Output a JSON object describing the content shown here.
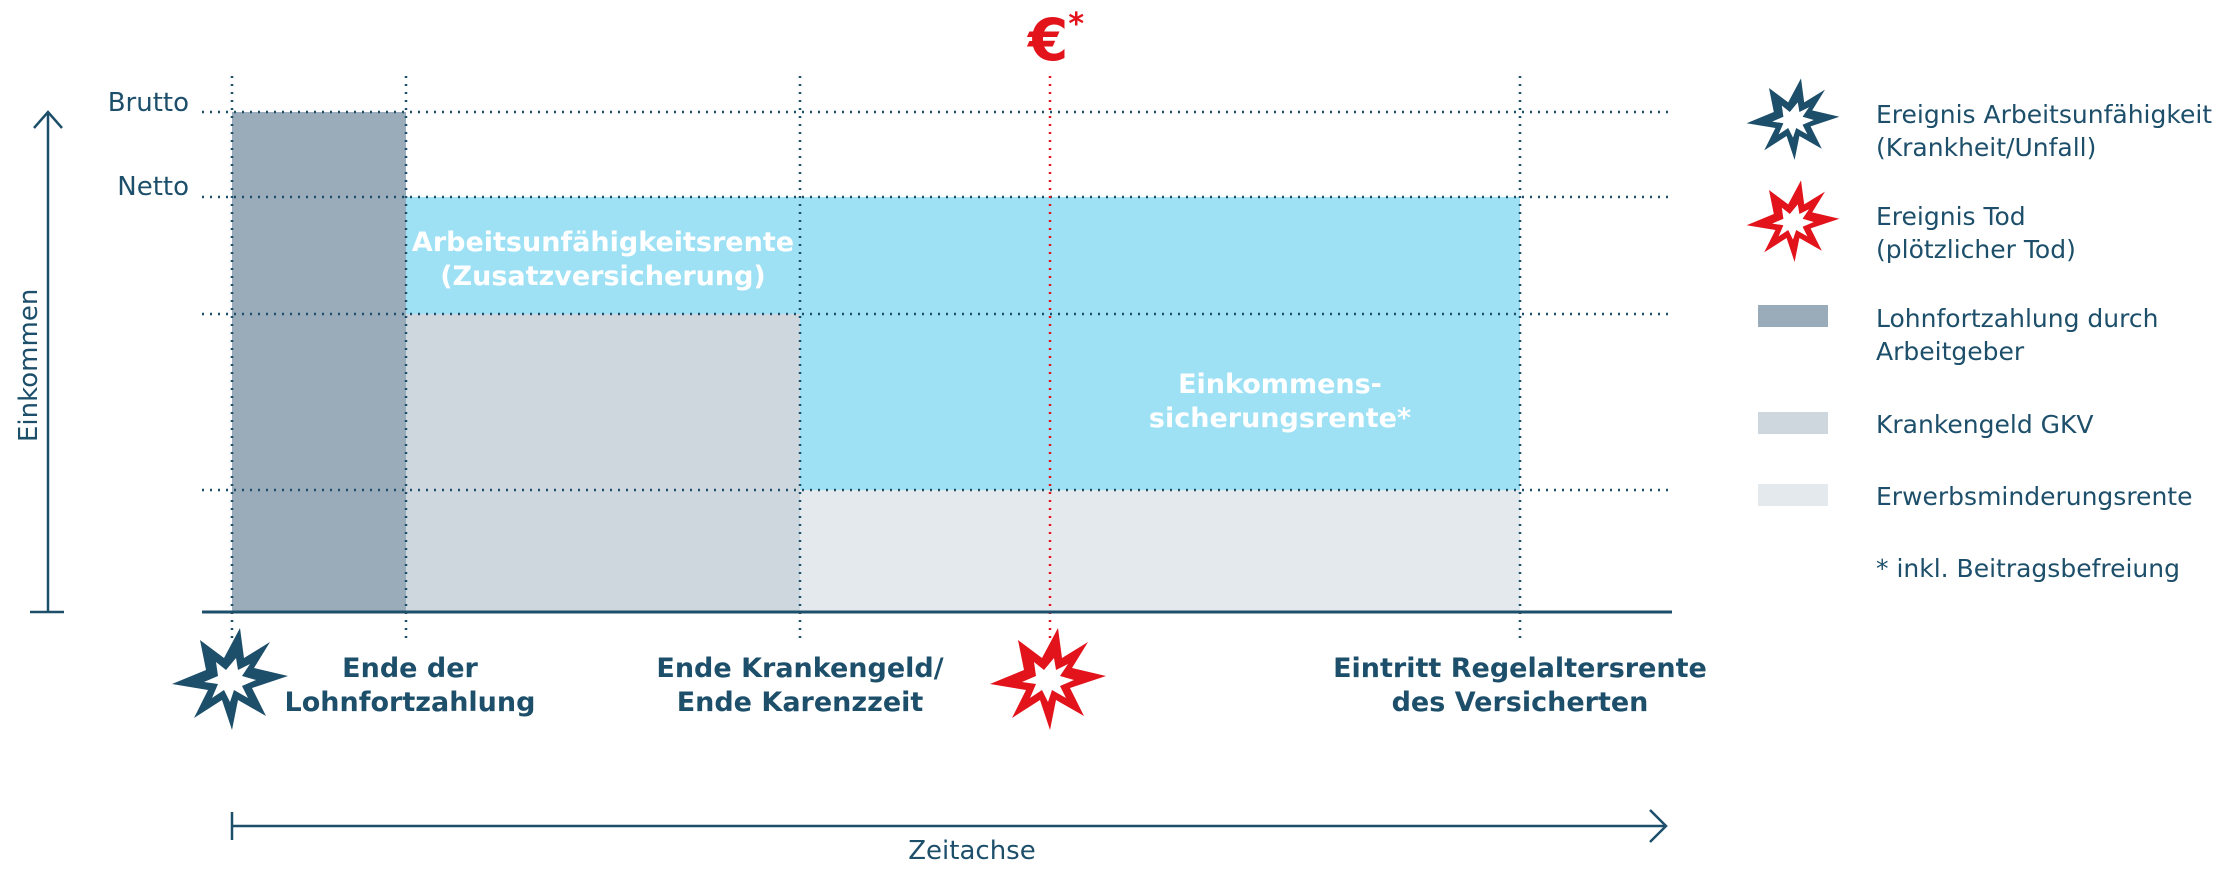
{
  "y_axis": {
    "label": "Einkommen",
    "brutto": "Brutto",
    "netto": "Netto"
  },
  "x_axis": {
    "label": "Zeitachse"
  },
  "euro_marker": {
    "symbol": "€",
    "sup": "*"
  },
  "areas": {
    "au_rente": [
      "Arbeitsunfähigkeitsrente",
      "(Zusatzversicherung)"
    ],
    "einkommens_rente": [
      "Einkommens-",
      "sicherungsrente*"
    ]
  },
  "events": {
    "ende_lohn": [
      "Ende der",
      "Lohnfortzahlung"
    ],
    "ende_kranken": [
      "Ende Krankengeld/",
      "Ende Karenzzeit"
    ],
    "eintritt_rente": [
      "Eintritt Regelaltersrente",
      "des Versicherten"
    ]
  },
  "legend": {
    "au": [
      "Ereignis Arbeitsunfähigkeit",
      "(Krankheit/Unfall)"
    ],
    "tod": [
      "Ereignis Tod",
      "(plötzlicher Tod)"
    ],
    "lohn": [
      "Lohnfortzahlung durch",
      "Arbeitgeber"
    ],
    "krankengeld": "Krankengeld GKV",
    "erwerb": "Erwerbsminderungsrente",
    "note": "* inkl. Beitragsbefreiung"
  },
  "colors": {
    "dark_blue": "#1d4f6b",
    "lohn_gray": "#9aacb9",
    "kranken_gray": "#cfd7de",
    "erwerb_gray": "#e4e9ed",
    "light_blue": "#9ee1f5",
    "red": "#e2131b"
  }
}
